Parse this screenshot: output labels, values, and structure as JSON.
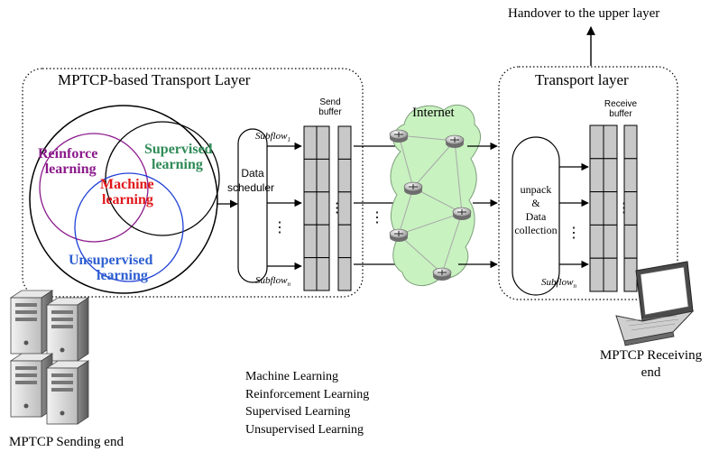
{
  "handover": {
    "label": "Handover to the upper layer"
  },
  "sender_layer": {
    "title": "MPTCP-based Transport Layer"
  },
  "ml_venn": {
    "reinforce": {
      "label_line1": "Reinforce",
      "label_line2": "learning",
      "color": "#8b1a8b"
    },
    "supervised": {
      "label_line1": "Supervised",
      "label_line2": "learning",
      "color": "#2e8b57"
    },
    "machine": {
      "label_line1": "Machine",
      "label_line2": "learning",
      "color": "#e0181b"
    },
    "unsupervised": {
      "label_line1": "Unsupervised",
      "label_line2": "learning",
      "color": "#2e5fd1"
    }
  },
  "scheduler": {
    "label_line1": "Data",
    "label_line2": "scheduler"
  },
  "send_buffer": {
    "label_line1": "Send",
    "label_line2": "buffer"
  },
  "subflow_top_send": {
    "label": "Subflow",
    "subscript": "1"
  },
  "subflow_bottom_send": {
    "label": "Subflow",
    "subscript": "n"
  },
  "internet": {
    "label": "Internet",
    "color": "#c7f2c0"
  },
  "receiver_layer": {
    "title": "Transport layer"
  },
  "receive_buffer": {
    "label_line1": "Receive",
    "label_line2": "buffer"
  },
  "collector": {
    "label_line1": "unpack",
    "label_line2": "&",
    "label_line3": "Data",
    "label_line4": "collection"
  },
  "subflow_recv": {
    "label": "Subflow",
    "subscript": "n"
  },
  "receiving_end": {
    "label_line1": "MPTCP Receiving",
    "label_line2": "end"
  },
  "sending_end": {
    "label": "MPTCP Sending end"
  },
  "legend": {
    "items": [
      "Machine Learning",
      "Reinforcement Learning",
      "Supervised Learning",
      "Unsupervised Learning"
    ]
  },
  "ellipsis": "⋮"
}
